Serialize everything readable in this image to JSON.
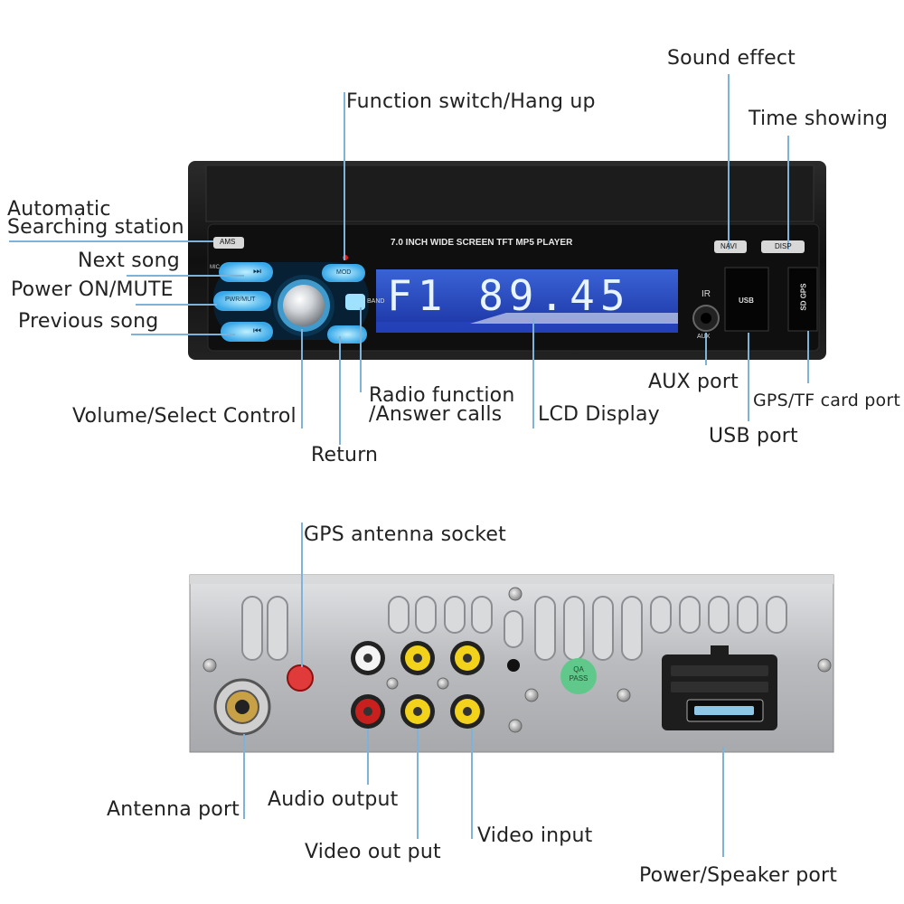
{
  "front_panel": {
    "header_text": "7.0 INCH WIDE SCREEN TFT  MP5  PLAYER",
    "lcd_text": "F1 89.45",
    "buttons": {
      "ams": "AMS",
      "mic": "MIC",
      "next": "⏭",
      "pwr": "PWR/MUT",
      "prev": "⏮",
      "mod": "MOD",
      "band": "BAND",
      "navi": "NAVI",
      "disp": "DISP",
      "ir": "IR",
      "aux": "AUX",
      "usb": "USB",
      "sd_gps": "SD GPS"
    },
    "labels": {
      "sound_effect": "Sound effect",
      "function_switch": "Function switch/Hang up",
      "time_showing": "Time showing",
      "automatic_line1": "Automatic",
      "automatic_line2": "Searching station",
      "next_song": "Next song",
      "power_mute": "Power ON/MUTE",
      "previous_song": "Previous song",
      "radio_line1": "Radio function",
      "radio_line2": "/Answer calls",
      "volume": "Volume/Select Control",
      "return": "Return",
      "lcd_display": "LCD Display",
      "aux_port": "AUX port",
      "gps_tf": "GPS/TF card port",
      "usb_port": "USB port"
    }
  },
  "rear_panel": {
    "qa_badge": "QA PASS",
    "labels": {
      "gps_antenna": "GPS antenna socket",
      "antenna_port": "Antenna port",
      "audio_output": "Audio output",
      "video_out": "Video out put",
      "video_input": "Video input",
      "power_speaker": "Power/Speaker port"
    }
  },
  "colors": {
    "lead_line": "#7fb2d8",
    "lcd_text": "#e8f4ff",
    "lcd_bg": "#1f3fb0",
    "panel_black": "#141414",
    "metal": "#c8c9cb",
    "rca_yellow": "#f2d21a",
    "rca_red": "#c8201e",
    "rca_white": "#f4f4f4",
    "qa_green": "#5fc88a"
  }
}
